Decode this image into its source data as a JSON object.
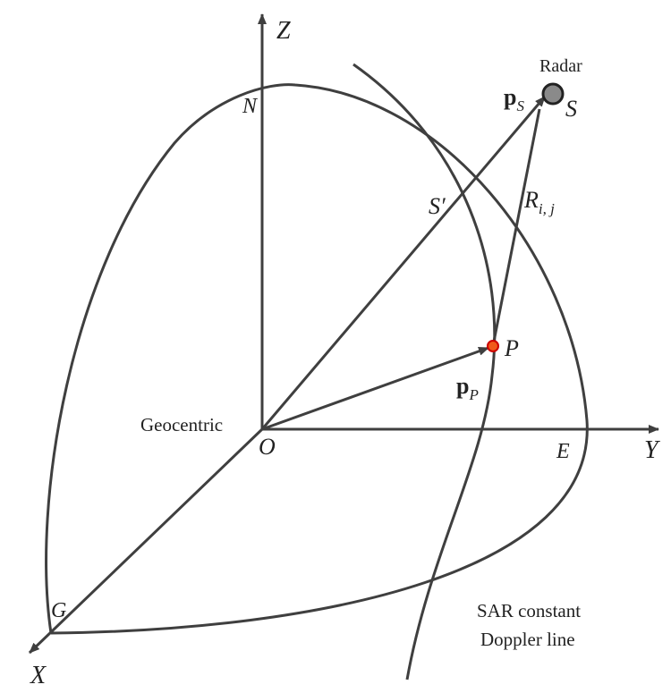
{
  "colors": {
    "stroke": "#3f3f3f",
    "text": "#222222",
    "radar_fill": "#8a8a8a",
    "point_fill": "#f05a1a",
    "point_outline": "#cc0000"
  },
  "axes": {
    "z_label": "Z",
    "y_label": "Y",
    "x_label": "X",
    "origin_label": "O",
    "origin_caption": "Geocentric"
  },
  "points": {
    "north": "N",
    "east": "E",
    "greenwich": "G",
    "s_prime": "S′",
    "target": "P"
  },
  "radar": {
    "caption": "Radar",
    "label": "S"
  },
  "vectors": {
    "p_s_main": "p",
    "p_s_sub": "S",
    "p_p_main": "p",
    "p_p_sub": "P"
  },
  "range": {
    "main": "R",
    "sub": "i, j"
  },
  "doppler_line": {
    "line1": "SAR constant",
    "line2": "Doppler line"
  }
}
